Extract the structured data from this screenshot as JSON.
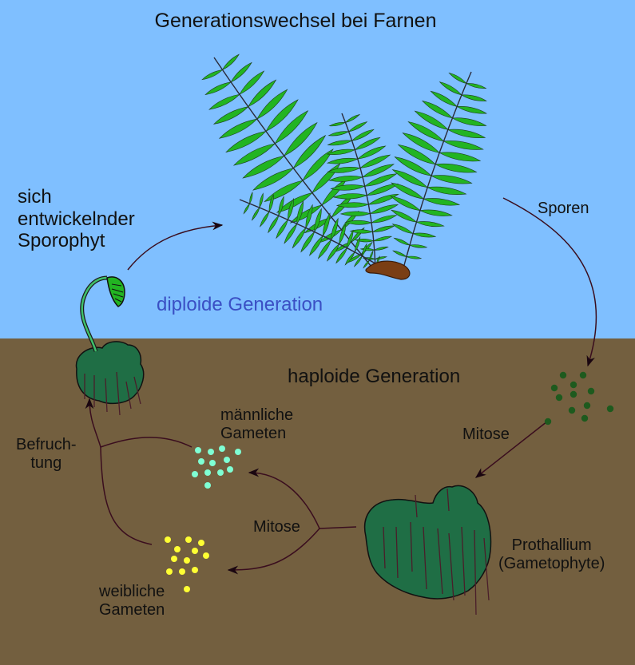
{
  "title": "Generationswechsel bei Farnen",
  "labels": {
    "young_sporophyte": [
      "sich",
      "entwickelnder",
      "Sporophyt"
    ],
    "spores": "Sporen",
    "diploid": "diploide Generation",
    "haploid": "haploide Generation",
    "mitosis_top": "Mitose",
    "mitosis_center": "Mitose",
    "male_gametes": [
      "männliche",
      "Gameten"
    ],
    "female_gametes": [
      "weibliche",
      "Gameten"
    ],
    "fertilization": [
      "Befruch-",
      "tung"
    ],
    "prothallium": [
      "Prothallium",
      "(Gametophyte)"
    ]
  },
  "colors": {
    "sky": "#7fbfff",
    "soil": "#735f3f",
    "fern": "#22b422",
    "prothallium": "#1f6e45",
    "spores": "#1e5a1e",
    "male_gametes": "#7fffd4",
    "female_gametes": "#ffff33",
    "arrows": "#3a0d1e",
    "diploid_text": "#3a4fc4"
  }
}
